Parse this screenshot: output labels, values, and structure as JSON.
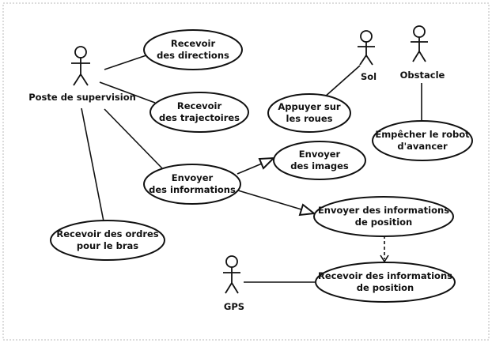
{
  "colors": {
    "stroke": "#111111",
    "background": "#ffffff",
    "border": "#b8b8b8"
  },
  "actors": [
    {
      "id": "supervision",
      "label": "Poste de supervision"
    },
    {
      "id": "sol",
      "label": "Sol"
    },
    {
      "id": "obstacle",
      "label": "Obstacle"
    },
    {
      "id": "gps",
      "label": "GPS"
    }
  ],
  "use_cases": [
    {
      "id": "recevoir-directions",
      "lines": [
        "Recevoir",
        "des directions"
      ]
    },
    {
      "id": "recevoir-trajectoires",
      "lines": [
        "Recevoir",
        "des trajectoires"
      ]
    },
    {
      "id": "envoyer-informations",
      "lines": [
        "Envoyer",
        "des informations"
      ]
    },
    {
      "id": "envoyer-images",
      "lines": [
        "Envoyer",
        "des images"
      ]
    },
    {
      "id": "envoyer-position",
      "lines": [
        "Envoyer des informations",
        "de position"
      ]
    },
    {
      "id": "recevoir-position",
      "lines": [
        "Recevoir des informations",
        "de position"
      ]
    },
    {
      "id": "recevoir-ordres-bras",
      "lines": [
        "Recevoir des ordres",
        "pour le bras"
      ]
    },
    {
      "id": "appuyer-sol",
      "lines": [
        "Appuyer sur",
        "les roues"
      ]
    },
    {
      "id": "empecher-robot",
      "lines": [
        "Empêcher le robot",
        "d'avancer"
      ]
    }
  ]
}
